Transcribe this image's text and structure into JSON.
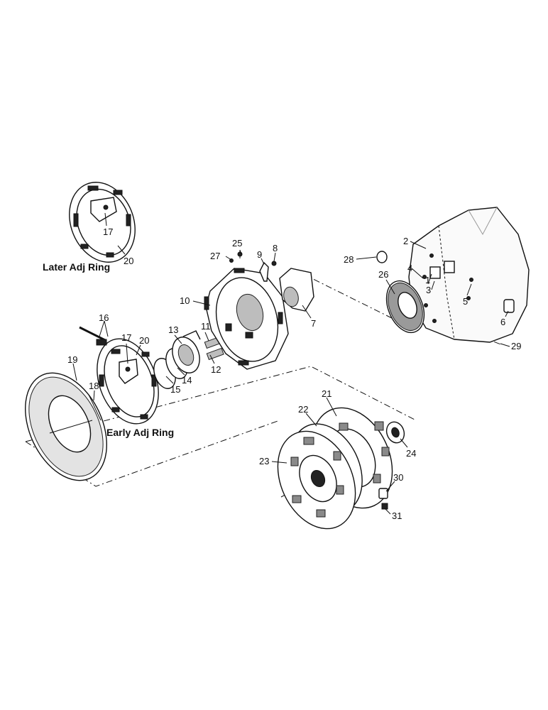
{
  "captions": {
    "later_adj_ring": "Later Adj Ring",
    "early_adj_ring": "Early Adj Ring"
  },
  "callouts": {
    "n1": "1",
    "n2": "2",
    "n3": "3",
    "n4": "4",
    "n5": "5",
    "n6": "6",
    "n7": "7",
    "n8": "8",
    "n9": "9",
    "n10": "10",
    "n11": "11",
    "n12": "12",
    "n13": "13",
    "n14": "14",
    "n15": "15",
    "n16": "16",
    "n17a": "17",
    "n17b": "17",
    "n18": "18",
    "n19": "19",
    "n20a": "20",
    "n20b": "20",
    "n21": "21",
    "n22": "22",
    "n23": "23",
    "n24": "24",
    "n25": "25",
    "n26": "26",
    "n27": "27",
    "n28": "28",
    "n29": "29",
    "n30": "30",
    "n31": "31"
  }
}
